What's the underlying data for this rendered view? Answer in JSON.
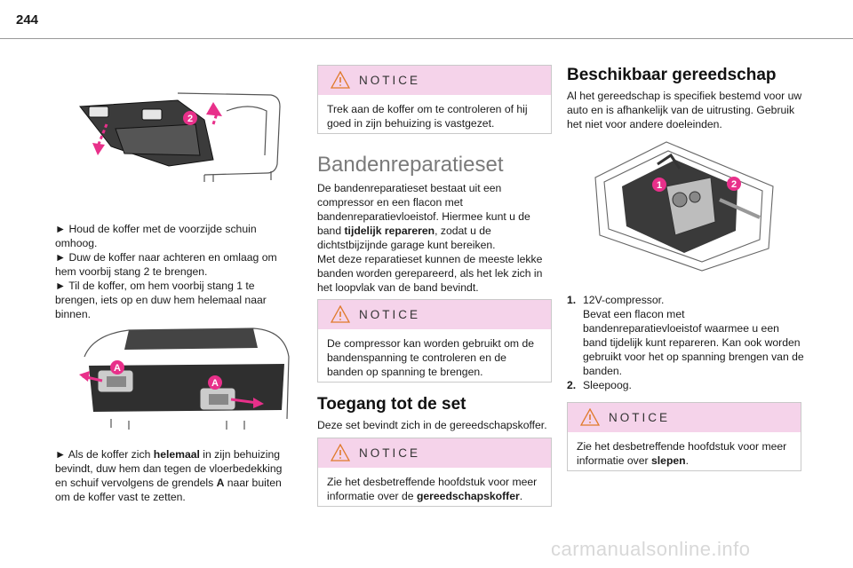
{
  "page_number": "244",
  "left": {
    "steps1": [
      "Houd de koffer met de voorzijde schuin omhoog.",
      "Duw de koffer naar achteren en omlaag om hem voorbij stang 2 te brengen.",
      "Til de koffer, om hem voorbij stang 1 te brengen, iets op en duw hem helemaal naar binnen."
    ],
    "steps2": {
      "a": "Als de koffer zich ",
      "b": "helemaal",
      "c": " in zijn behuizing bevindt, duw hem dan tegen de vloerbedekking en schuif vervolgens de grendels ",
      "d": "A",
      "e": " naar buiten om de koffer vast te zetten."
    },
    "fig1_labels": [
      "2"
    ],
    "fig2_labels": [
      "A",
      "A"
    ]
  },
  "middle": {
    "notice1": {
      "title": "NOTICE",
      "text": "Trek aan de koffer om te controleren of hij goed in zijn behuizing is vastgezet."
    },
    "heading1": "Bandenreparatieset",
    "para": {
      "a": "De bandenreparatieset bestaat uit een compressor en een flacon met bandenreparatievloeistof. Hiermee kunt u de band ",
      "b": "tijdelijk repareren",
      "c": ", zodat u de dichtstbijzijnde garage kunt bereiken.",
      "d": "Met deze reparatieset kunnen de meeste lekke banden worden gerepareerd, als het lek zich in het loopvlak van de band bevindt."
    },
    "notice2": {
      "title": "NOTICE",
      "text": "De compressor kan worden gebruikt om de bandenspanning te controleren en de banden op spanning te brengen."
    },
    "heading2": "Toegang tot de set",
    "para2": "Deze set bevindt zich in de gereedschapskoffer.",
    "notice3": {
      "title": "NOTICE",
      "a": "Zie het desbetreffende hoofdstuk voor meer informatie over de ",
      "b": "gereedschapskoffer",
      "c": "."
    }
  },
  "right": {
    "heading": "Beschikbaar gereedschap",
    "intro": "Al het gereedschap is specifiek bestemd voor uw auto en is afhankelijk van de uitrusting. Gebruik het niet voor andere doeleinden.",
    "fig_labels": [
      "1",
      "2"
    ],
    "items": [
      {
        "num": "1.",
        "title": "12V-compressor.",
        "desc": "Bevat een flacon met bandenreparatievloeistof waarmee u een band tijdelijk kunt repareren. Kan ook worden gebruikt voor het op spanning brengen van de banden."
      },
      {
        "num": "2.",
        "title": "Sleepoog.",
        "desc": ""
      }
    ],
    "notice": {
      "title": "NOTICE",
      "a": "Zie het desbetreffende hoofdstuk voor meer informatie over ",
      "b": "slepen",
      "c": "."
    }
  },
  "watermark": "carmanualsonline.info",
  "colors": {
    "notice_bg": "#f5d3ea",
    "badge": "#e8308a"
  }
}
